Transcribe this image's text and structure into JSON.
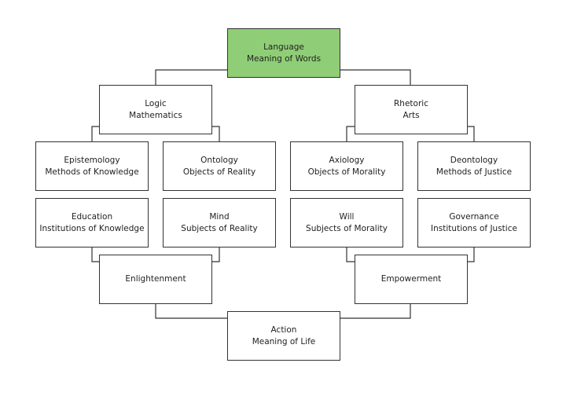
{
  "diagram": {
    "colors": {
      "root_fill": "#8fce76",
      "box_border": "#333333",
      "box_fill": "#ffffff"
    },
    "nodes": {
      "language": {
        "line1": "Language",
        "line2": "Meaning of Words"
      },
      "logic": {
        "line1": "Logic",
        "line2": "Mathematics"
      },
      "rhetoric": {
        "line1": "Rhetoric",
        "line2": "Arts"
      },
      "epistemology": {
        "line1": "Epistemology",
        "line2": "Methods of Knowledge"
      },
      "ontology": {
        "line1": "Ontology",
        "line2": "Objects of Reality"
      },
      "axiology": {
        "line1": "Axiology",
        "line2": "Objects of Morality"
      },
      "deontology": {
        "line1": "Deontology",
        "line2": "Methods of Justice"
      },
      "education": {
        "line1": "Education",
        "line2": "Institutions of Knowledge"
      },
      "mind": {
        "line1": "Mind",
        "line2": "Subjects of Reality"
      },
      "will": {
        "line1": "Will",
        "line2": "Subjects of Morality"
      },
      "governance": {
        "line1": "Governance",
        "line2": "Institutions of Justice"
      },
      "enlightenment": {
        "line1": "Enlightenment",
        "line2": ""
      },
      "empowerment": {
        "line1": "Empowerment",
        "line2": ""
      },
      "action": {
        "line1": "Action",
        "line2": "Meaning of Life"
      }
    }
  }
}
